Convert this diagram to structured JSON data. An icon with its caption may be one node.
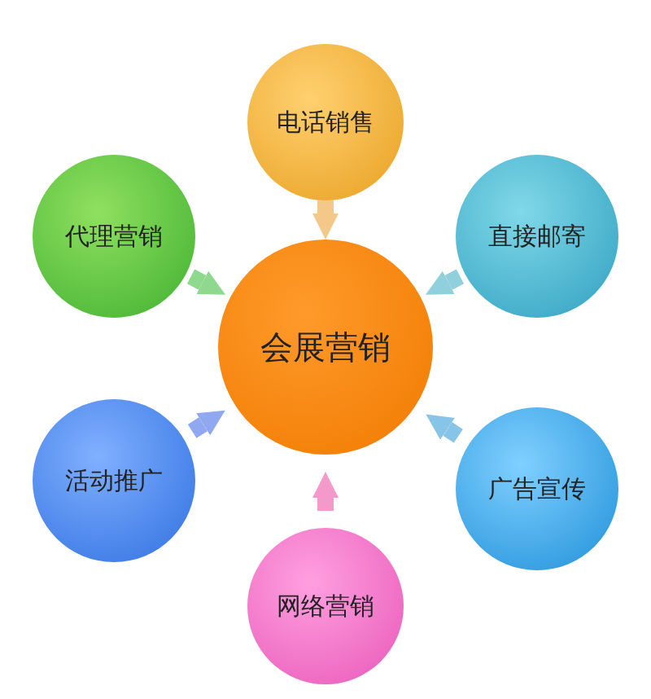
{
  "diagram": {
    "nodes": [
      {
        "text": [
          "会展营销"
        ]
      },
      {
        "text": [
          "电话销售"
        ]
      },
      {
        "text": [
          "代理营销"
        ]
      },
      {
        "text": [
          "直接邮寄"
        ]
      },
      {
        "text": [
          "活动推广"
        ]
      },
      {
        "text": [
          "广告宣传"
        ]
      },
      {
        "text": [
          "网络营销"
        ]
      }
    ],
    "edges": [
      {
        "from": 1,
        "to": 0,
        "arrow": "to",
        "color": "#f3c889"
      },
      {
        "from": 2,
        "to": 0,
        "arrow": "to",
        "color": "#8fd98f"
      },
      {
        "from": 3,
        "to": 0,
        "arrow": "to",
        "color": "#8fd0dc"
      },
      {
        "from": 4,
        "to": 0,
        "arrow": "to",
        "color": "#8fa8f0"
      },
      {
        "from": 5,
        "to": 0,
        "arrow": "to",
        "color": "#86c4e8"
      },
      {
        "from": 6,
        "to": 0,
        "arrow": "to",
        "color": "#f39acb"
      }
    ]
  }
}
